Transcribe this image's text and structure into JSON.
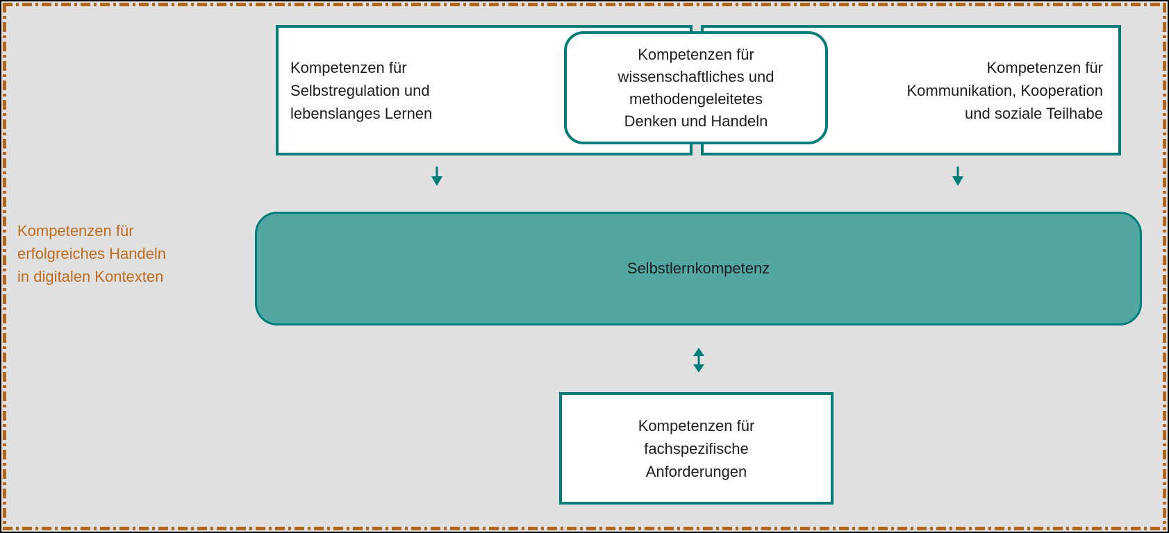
{
  "diagram_title": "Kompetenzen für erfolgreiches Handeln in digitalen Kontexten",
  "colors": {
    "background": "#e0e0e0",
    "outer_border": "#000000",
    "dashed_frame_orange": "#b2661c",
    "teal_border": "#007d7b",
    "teal_fill": "#52a7a3",
    "side_label_orange": "#c06c1e",
    "text": "#1d1d1b"
  },
  "side_label": {
    "lines": [
      "Kompetenzen für",
      "erfolgreiches Handeln",
      "in digitalen Kontexten"
    ]
  },
  "boxes": {
    "top_left": {
      "lines": [
        "Kompetenzen für",
        "Selbstregulation und",
        "lebenslanges Lernen"
      ]
    },
    "top_center": {
      "lines": [
        "Kompetenzen für",
        "wissenschaftliches und",
        "methodengeleitetes",
        "Denken und Handeln"
      ]
    },
    "top_right": {
      "lines": [
        "Kompetenzen für",
        "Kommunikation, Kooperation",
        "und soziale Teilhabe"
      ]
    },
    "center": {
      "label": "Selbstlernkompetenz"
    },
    "bottom": {
      "lines": [
        "Kompetenzen für",
        "fachspezifische",
        "Anforderungen"
      ]
    }
  },
  "icons": {
    "down_arrow_left": "down-arrow",
    "down_arrow_right": "down-arrow",
    "double_arrow": "double-vertical-arrow"
  }
}
